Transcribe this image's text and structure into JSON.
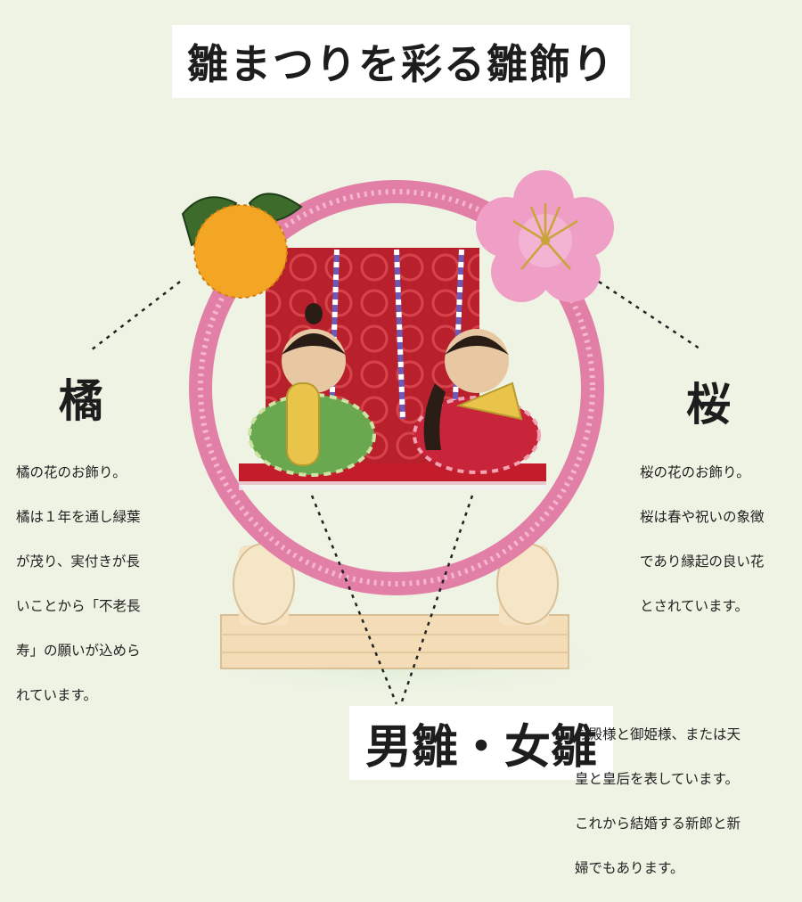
{
  "title": "雛まつりを彩る雛飾り",
  "sections": {
    "tachibana": {
      "heading": "橘",
      "lines": [
        "橘の花のお飾り。",
        "橘は１年を通し緑葉",
        "が茂り、実付きが長",
        "いことから「不老長",
        "寿」の願いが込めら",
        "れています。"
      ]
    },
    "sakura": {
      "heading": "桜",
      "lines": [
        "桜の花のお飾り。",
        "桜は春や祝いの象徴",
        "であり縁起の良い花",
        "とされています。"
      ]
    },
    "hina": {
      "heading": "男雛・女雛",
      "lines": [
        "お殿様と御姫様、または天",
        "皇と皇后を表しています。",
        "これから結婚する新郎と新",
        "婦でもあります。"
      ]
    }
  },
  "colors": {
    "background": "#eef3e4",
    "ring": "#e27fa6",
    "panel": "#b8202c",
    "wood": "#f3dcb6",
    "tachibana_fruit": "#f3a524",
    "sakura_flower": "#ef9ec6"
  }
}
